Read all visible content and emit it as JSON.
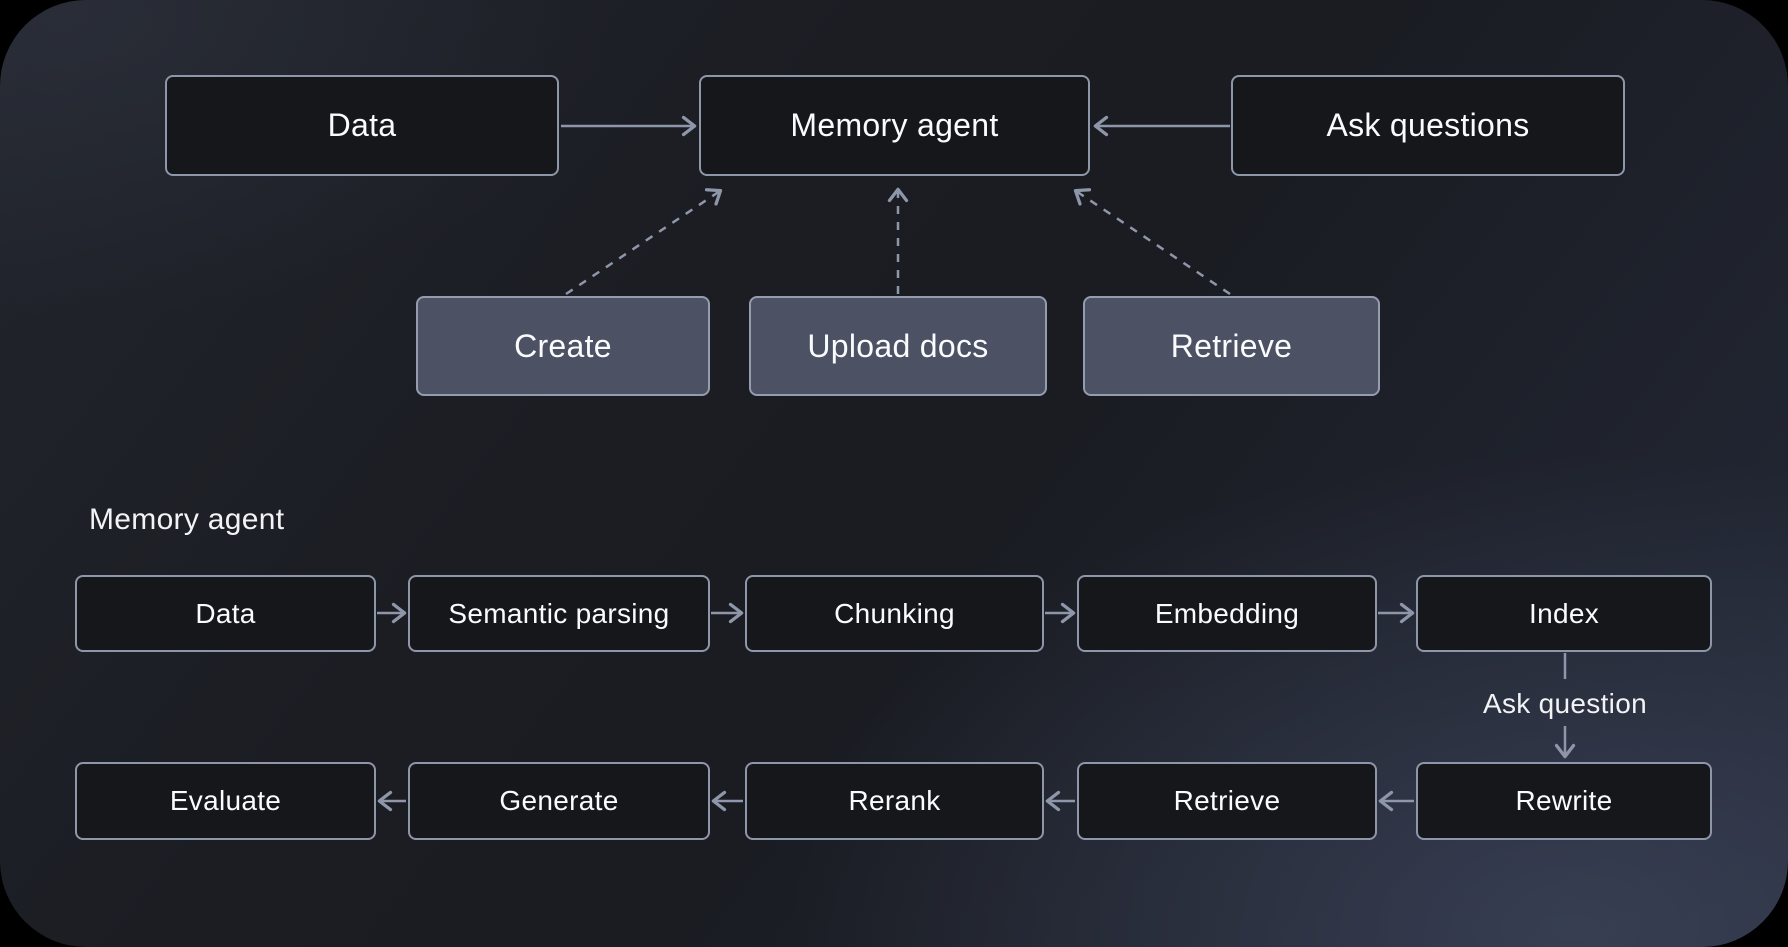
{
  "diagram": {
    "overview": {
      "data": "Data",
      "memory_agent": "Memory agent",
      "ask_questions": "Ask questions",
      "create": "Create",
      "upload_docs": "Upload docs",
      "retrieve": "Retrieve"
    },
    "pipeline": {
      "title": "Memory agent",
      "ask_question": "Ask question",
      "row1": [
        "Data",
        "Semantic parsing",
        "Chunking",
        "Embedding",
        "Index"
      ],
      "row2": [
        "Evaluate",
        "Generate",
        "Rerank",
        "Retrieve",
        "Rewrite"
      ]
    },
    "colors": {
      "node_dark_fill": "#16171b",
      "node_light_fill": "#4c5263",
      "node_border": "#8e96a9",
      "connector": "#8e96a9",
      "text": "#fafbfd",
      "canvas_dark": "#1a1c22",
      "canvas_glow": "#2a3040"
    }
  }
}
